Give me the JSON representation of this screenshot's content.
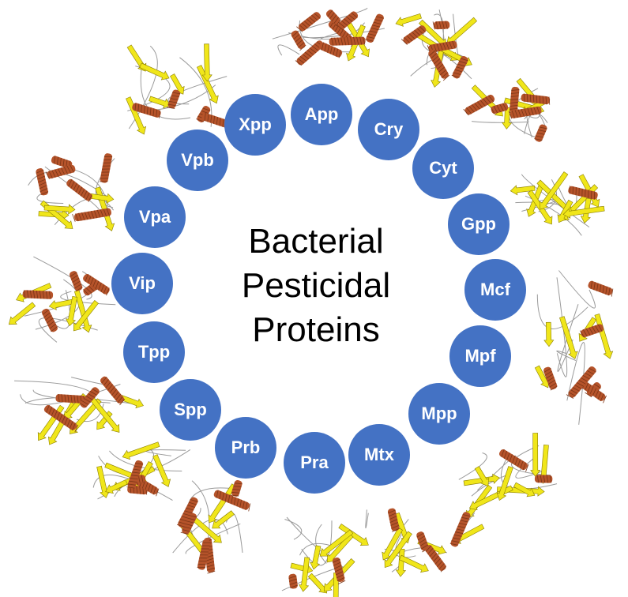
{
  "title_lines": [
    "Bacterial",
    "Pesticidal",
    "Proteins"
  ],
  "families": [
    "App",
    "Cry",
    "Cyt",
    "Gpp",
    "Mcf",
    "Mpf",
    "Mpp",
    "Mtx",
    "Pra",
    "Prb",
    "Spp",
    "Tpp",
    "Vip",
    "Vpa",
    "Vpb",
    "Xpp"
  ],
  "colors": {
    "circle_fill": "#4472c4",
    "circle_text": "#ffffff",
    "helix": "#b5532a",
    "sheet": "#f0e61a",
    "sheet_edge": "#8a7d00",
    "loop": "#9a9a9a"
  }
}
